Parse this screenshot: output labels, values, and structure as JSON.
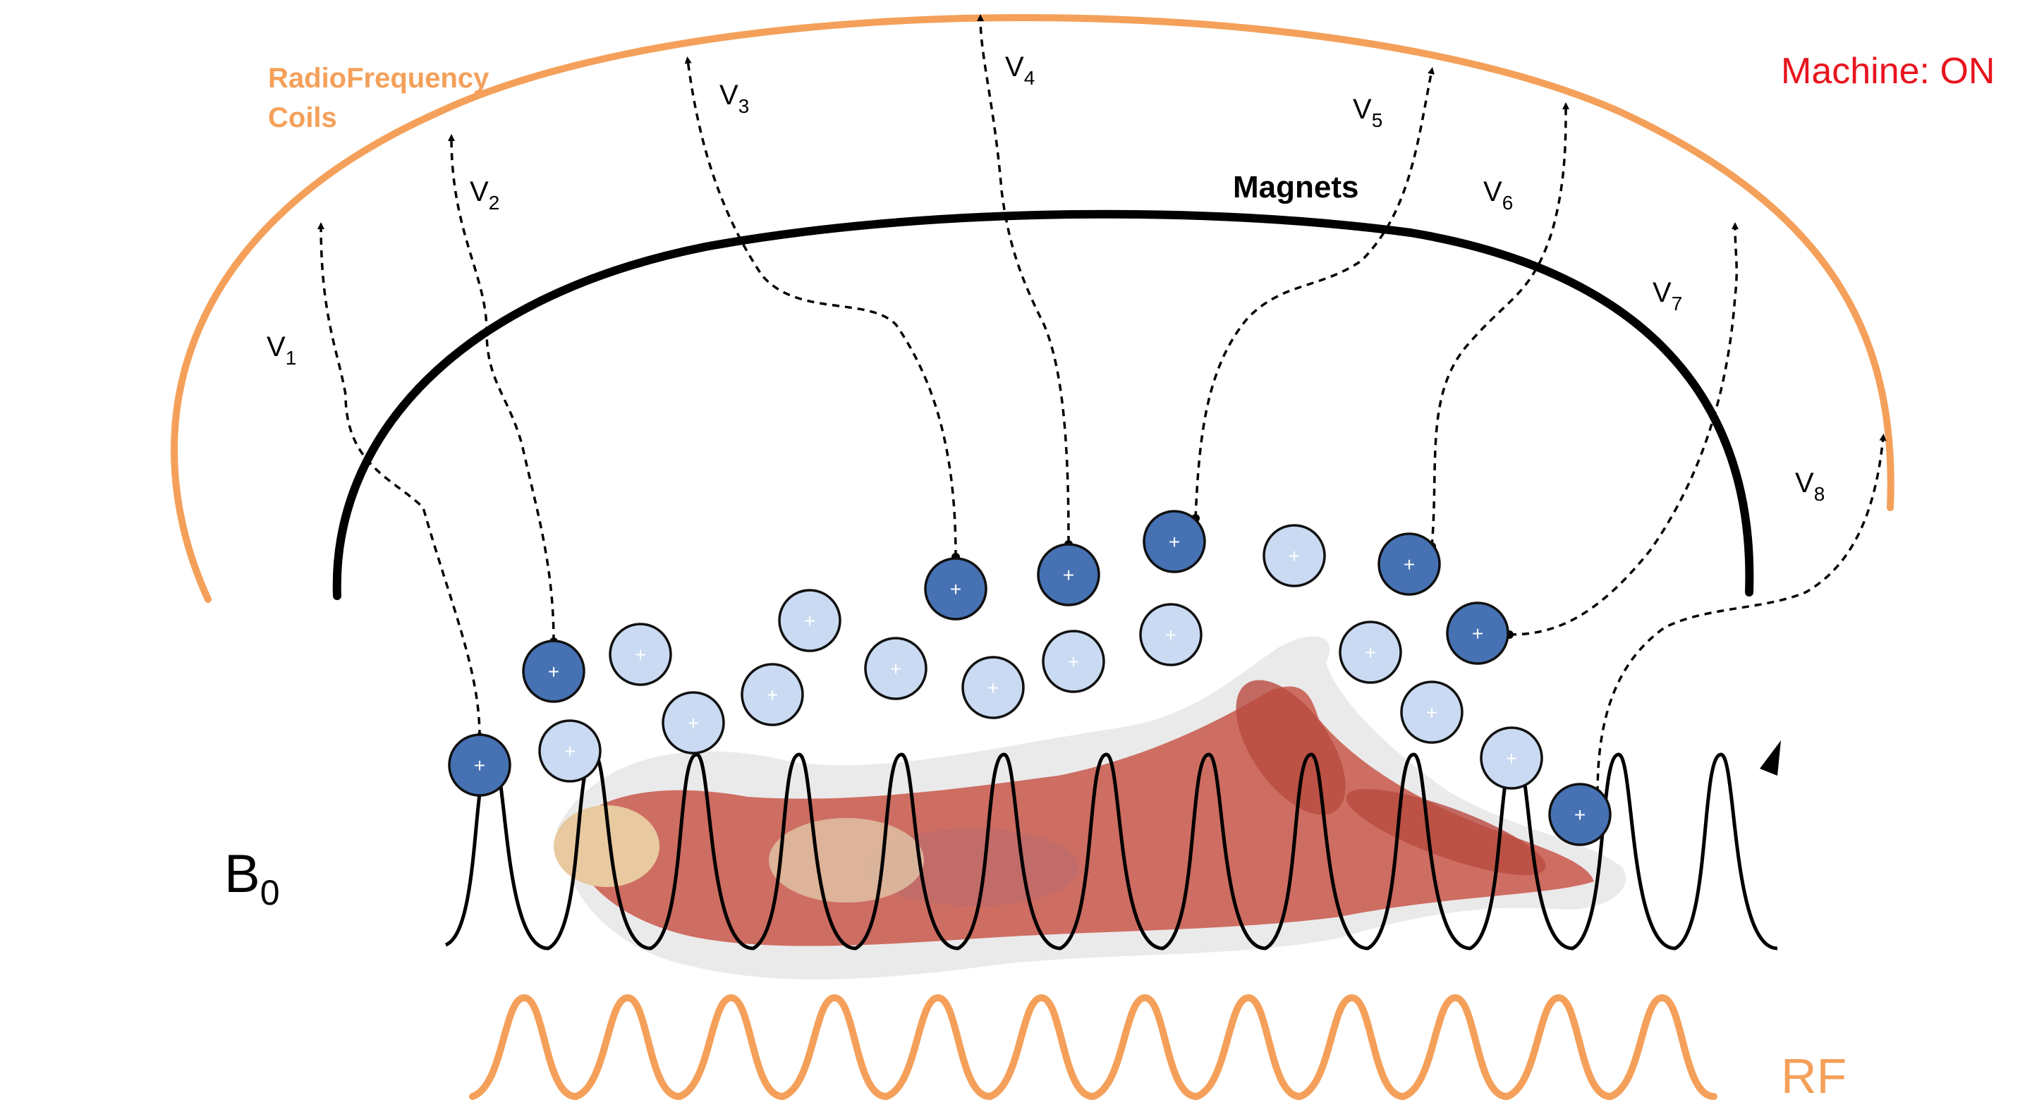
{
  "labels": {
    "rf_coils_line1": "RadioFrequency",
    "rf_coils_line2": "Coils",
    "machine_status": "Machine: ON",
    "magnets": "Magnets",
    "b0_main": "B",
    "b0_sub": "0",
    "rf": "RF"
  },
  "voltages": [
    {
      "main": "V",
      "sub": "1"
    },
    {
      "main": "V",
      "sub": "2"
    },
    {
      "main": "V",
      "sub": "3"
    },
    {
      "main": "V",
      "sub": "4"
    },
    {
      "main": "V",
      "sub": "5"
    },
    {
      "main": "V",
      "sub": "6"
    },
    {
      "main": "V",
      "sub": "7"
    },
    {
      "main": "V",
      "sub": "8"
    }
  ],
  "proton_symbol": "+",
  "colors": {
    "rf_orange": "#f4a05a",
    "machine_red": "#e8141e",
    "magnet_black": "#000000",
    "proton_active": "#4672b4",
    "proton_inactive": "#c9daf2",
    "proton_stroke": "#101010"
  }
}
